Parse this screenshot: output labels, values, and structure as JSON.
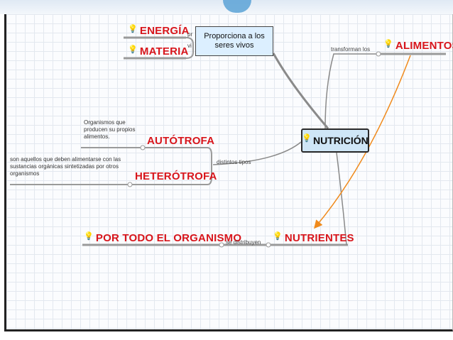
{
  "nodes": {
    "central": "NUTRICIÓN",
    "energia": "ENERGÍA",
    "materia": "MATERIA",
    "alimentos": "ALIMENTOS",
    "autotrofa": "AUTÓTROFA",
    "heterotrofa": "HETERÓTROFA",
    "nutrientes": "NUTRIENTES",
    "organismo": "POR TODO EL ORGANISMO"
  },
  "links": {
    "transforman": "transforman los",
    "distintos": "distintos tipos",
    "distribuyen": "se distribuyen",
    "partial_top": "pr",
    "partial_bottom": "vi"
  },
  "notes": {
    "autotrofa": "Organismos que producen su propios alimentos.",
    "heterotrofa": "son aquellos que deben alimentarse con las sustancias orgánicas sintetizadas por otros organismos"
  },
  "callout": "Proporciona a los seres vivos",
  "colors": {
    "node_text": "#d8151b",
    "central_fill": "#cfe6f6",
    "callout_fill": "#dcefff",
    "arrow": "#f08a1c",
    "bulb": "#d9a21b"
  }
}
